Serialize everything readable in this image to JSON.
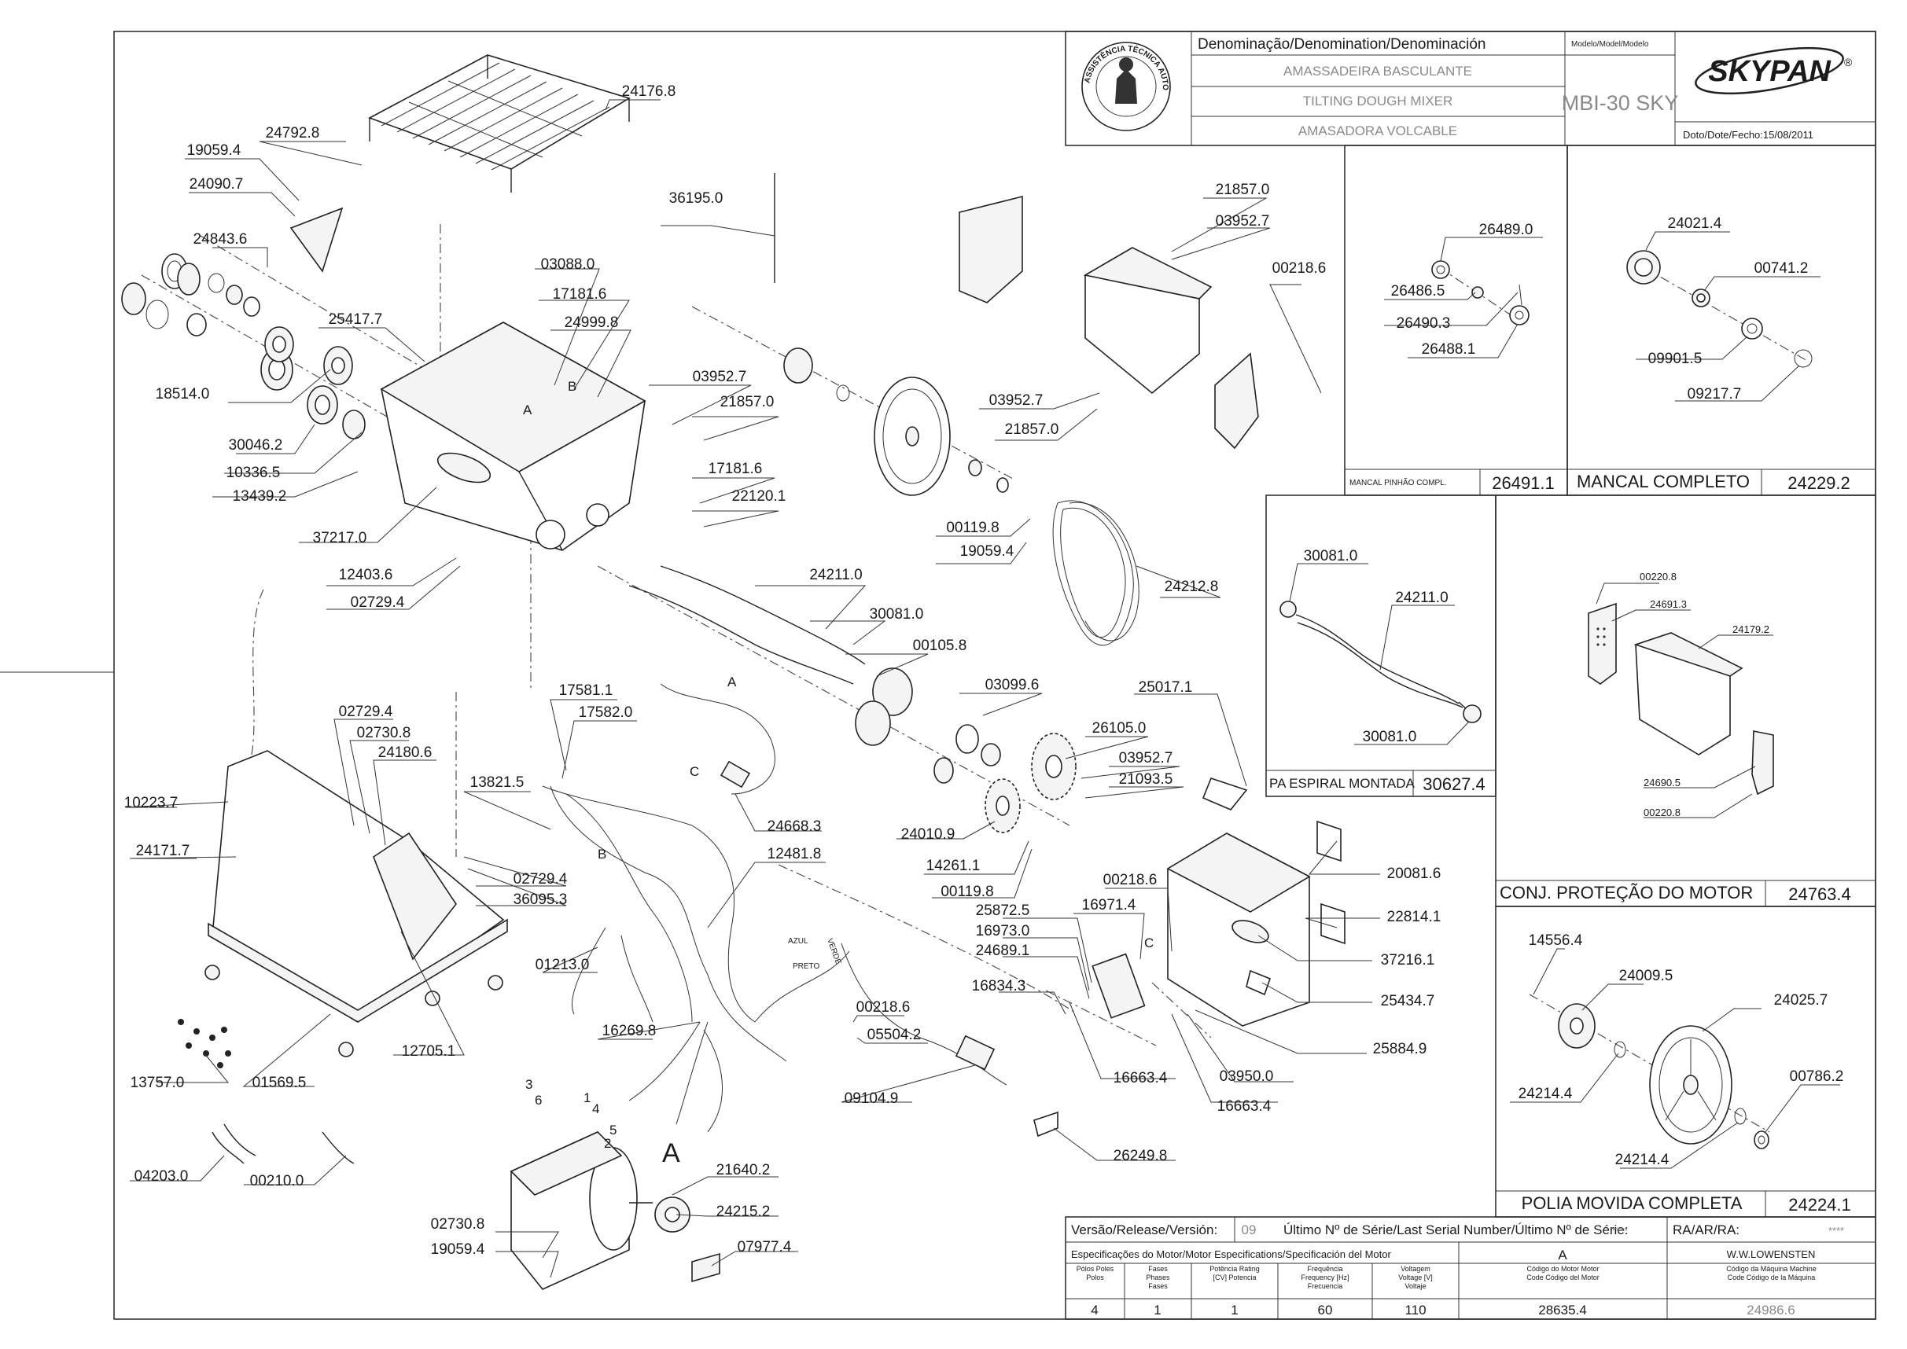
{
  "title_block": {
    "denomination_header": "Denominação/Denomination/Denominación",
    "model_header": "Modelo/Model/Modelo",
    "name_pt": "AMASSADEIRA BASCULANTE",
    "name_en": "TILTING DOUGH MIXER",
    "name_es": "AMASADORA VOLCABLE",
    "model": "MBI-30 SKY",
    "brand": "SKYPAN",
    "brand_mark": "®",
    "seal_text": "ASSISTÊNCIA TÉCNICA AUTORIZADA",
    "date": "Doto/Dote/Fecho:15/08/2011"
  },
  "insets": {
    "bearing_pinion": {
      "title": "MANCAL PINHÃO COMPL.",
      "code": "26491.1",
      "parts": [
        "26489.0",
        "26486.5",
        "26490.3",
        "26488.1"
      ]
    },
    "bearing_complete": {
      "title": "MANCAL COMPLETO",
      "code": "24229.2",
      "parts": [
        "24021.4",
        "00741.2",
        "09901.5",
        "09217.7"
      ]
    },
    "spiral": {
      "title": "PA ESPIRAL MONTADA",
      "code": "30627.4",
      "parts": [
        "30081.0",
        "24211.0",
        "30081.0"
      ]
    },
    "motor_guard": {
      "title": "CONJ. PROTEÇÃO DO MOTOR",
      "code": "24763.4",
      "parts": [
        "00220.8",
        "24691.3",
        "24179.2",
        "24690.5",
        "00220.8"
      ]
    },
    "pulley": {
      "title": "POLIA MOVIDA COMPLETA",
      "code": "24224.1",
      "parts": [
        "14556.4",
        "24009.5",
        "24025.7",
        "24214.4",
        "00786.2",
        "24214.4"
      ]
    }
  },
  "callouts": [
    "24176.8",
    "24792.8",
    "19059.4",
    "24090.7",
    "24843.6",
    "25417.7",
    "18514.0",
    "30046.2",
    "10336.5",
    "13439.2",
    "37217.0",
    "12403.6",
    "02729.4",
    "36195.0",
    "03088.0",
    "17181.6",
    "24999.8",
    "03952.7",
    "21857.0",
    "17181.6",
    "22120.1",
    "21857.0",
    "03952.7",
    "03952.7",
    "21857.0",
    "00218.6",
    "00119.8",
    "19059.4",
    "24212.8",
    "24211.0",
    "30081.0",
    "00105.8",
    "03099.6",
    "26105.0",
    "03952.7",
    "21093.5",
    "24010.9",
    "14261.1",
    "00119.8",
    "25017.1",
    "20081.6",
    "22814.1",
    "00218.6",
    "16971.4",
    "25872.5",
    "16973.0",
    "24689.1",
    "16834.3",
    "37216.1",
    "25434.7",
    "25884.9",
    "03950.0",
    "16663.4",
    "16663.4",
    "26249.8",
    "17581.1",
    "17582.0",
    "13821.5",
    "24668.3",
    "12481.8",
    "01213.0",
    "00218.6",
    "05504.2",
    "16269.8",
    "09104.9",
    "10223.7",
    "02729.4",
    "02730.8",
    "24180.6",
    "24171.7",
    "02729.4",
    "36095.3",
    "12705.1",
    "13757.0",
    "01569.5",
    "04203.0",
    "00210.0",
    "21640.2",
    "24215.2",
    "07977.4",
    "02730.8",
    "19059.4"
  ],
  "wire_labels": {
    "a": "A",
    "b": "B",
    "c": "C",
    "azul": "AZUL",
    "preto": "PRETO",
    "verde": "VERDE",
    "n3": "3",
    "n6": "6",
    "n1": "1",
    "n4": "4",
    "n5": "5",
    "n2": "2",
    "motor_a": "A"
  },
  "spec_table": {
    "version_label": "Versão/Release/Versión:",
    "version": "09",
    "serial_label": "Último Nº de Série/Last Serial Number/Último Nº de Série:",
    "serial": "****",
    "ra_label": "RA/AR/RA:",
    "ra": "****",
    "motor_spec_label": "Especificações do Motor/Motor Especifications/Specificación del Motor",
    "motor_letter": "A",
    "manufacturer": "W.W.LOWENSTEN",
    "col_poles": "Pólos Poles Polos",
    "col_phases": "Fases Phases Fases",
    "col_power": "Potência Rating [CV] Potencia",
    "col_freq": "Frequência Frequency [Hz] Frecuencia",
    "col_voltage": "Voltagem Voltage [V] Voltaje",
    "col_motor_code": "Código do Motor Motor Code Código del Motor",
    "col_machine_code": "Código da Máquina Machine Code Código de la Máquina",
    "poles": "4",
    "phases": "1",
    "power": "1",
    "frequency": "60",
    "voltage": "110",
    "motor_code": "28635.4",
    "machine_code": "24986.6"
  }
}
